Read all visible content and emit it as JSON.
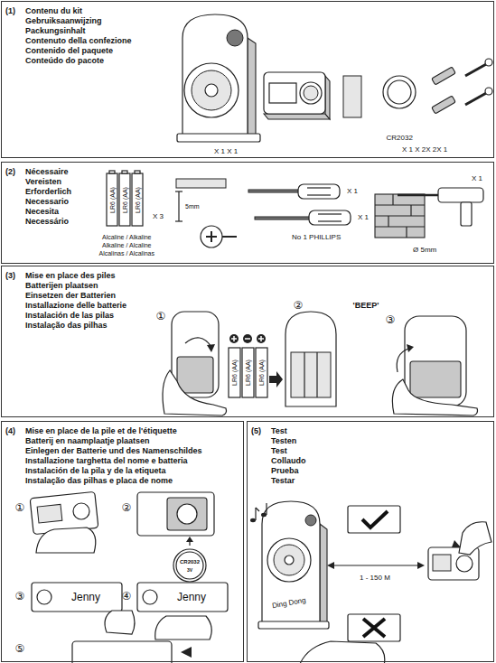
{
  "diagram": {
    "nodes": [
      {
        "text": [
          "(1)",
          "Contenu du kit",
          "Gebruiksaanwijzing",
          "Packungsinhalt",
          "Contenuto della confezione",
          "Contenido del paquete",
          "Conteúdo do pacote"
        ]
      },
      {
        "text": [
          "(2)",
          "Nécessaire",
          "Vereisten",
          "Erforderlich",
          "Necessario",
          "Necesita",
          "Necessário"
        ]
      },
      {
        "text": [
          "(3)",
          "Mise en place des piles",
          "Batterijen plaatsen",
          "Einsetzen der Batterien",
          "Installazione delle batterie",
          "Instalación de las pilas",
          "Instalação das pilhas"
        ]
      },
      {
        "text": [
          "(4)",
          "Mise en place de la pile et de l'étiquette",
          "Batterij en naamplaatje plaatsen",
          "Einlegen der Batterie und des Namenschildes",
          "Installazione targhetta del nome e batteria",
          "Instalación de la pila y de la etiqueta",
          "Instalação das pilhas e placa de nome"
        ]
      },
      {
        "text": [
          "(5)",
          "Test",
          "Testen",
          "Test",
          "Collaudo",
          "Prueba",
          "Testar"
        ]
      }
    ],
    "labels": [
      "X 1 X 1",
      "CR2032",
      "X 1 X 2X 2X 1",
      "LR6 (AA)",
      "LR6 (AA)",
      "LR6 (AA)",
      "X 3",
      "Alcaline / Alkaline",
      "Alkaline / Alcaline",
      "Alcalinas / Alcalinas",
      "5mm",
      "X 1",
      "X 1",
      "No 1 PHILLIPS",
      "X 1",
      "Ø 5mm",
      "①",
      "②",
      "'BEEP'",
      "③",
      "LR6 (AA)",
      "LR6 (AA)",
      "LR6 (AA)",
      "①",
      "②",
      "CR2032",
      "3V",
      "③",
      "Jenny",
      "④",
      "Jenny",
      "⑤",
      "Ding Dong",
      "1 - 150 M"
    ]
  }
}
